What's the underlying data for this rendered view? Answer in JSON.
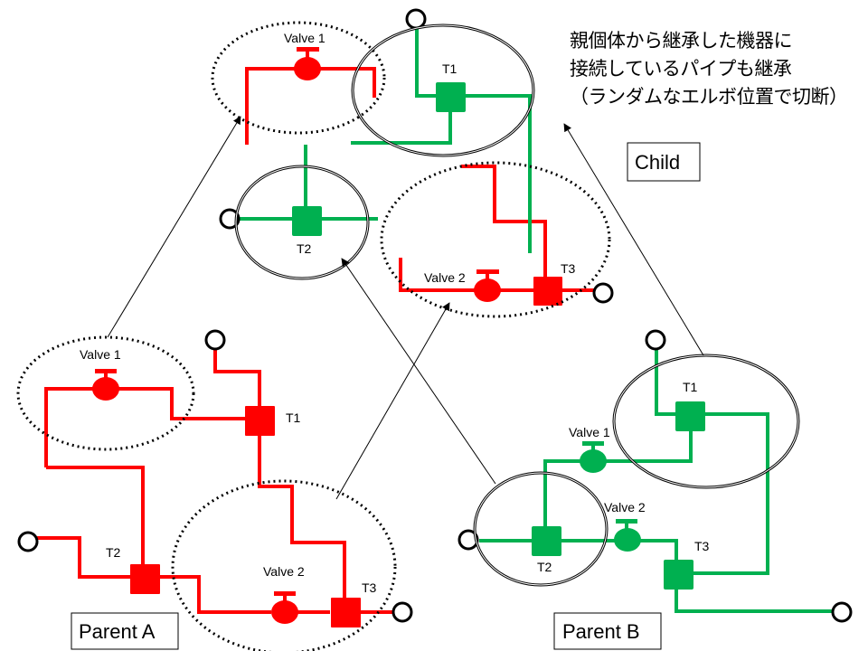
{
  "colors": {
    "parent_a": "#ff0000",
    "parent_b": "#00b050",
    "outline": "#000000",
    "background": "#ffffff"
  },
  "annotation": {
    "lines": [
      "親個体から継承した機器に",
      "接続しているパイプも継承",
      "（ランダムなエルボ位置で切断）"
    ]
  },
  "labels": {
    "child": "Child",
    "parent_a": "Parent A",
    "parent_b": "Parent B"
  },
  "child": {
    "valve1": "Valve 1",
    "valve2": "Valve 2",
    "t1": "T1",
    "t2": "T2",
    "t3": "T3"
  },
  "parent_a": {
    "valve1": "Valve 1",
    "valve2": "Valve 2",
    "t1": "T1",
    "t2": "T2",
    "t3": "T3"
  },
  "parent_b": {
    "valve1": "Valve 1",
    "valve2": "Valve 2",
    "t1": "T1",
    "t2": "T2",
    "t3": "T3"
  },
  "inheritance": [
    {
      "from": "Parent A / Valve 1",
      "to": "Child / Valve 1",
      "style": "dotted"
    },
    {
      "from": "Parent A / Valve 2 + T3",
      "to": "Child / Valve 2 + T3",
      "style": "dotted"
    },
    {
      "from": "Parent B / T1",
      "to": "Child / T1",
      "style": "double"
    },
    {
      "from": "Parent B / T2",
      "to": "Child / T2",
      "style": "double"
    }
  ]
}
